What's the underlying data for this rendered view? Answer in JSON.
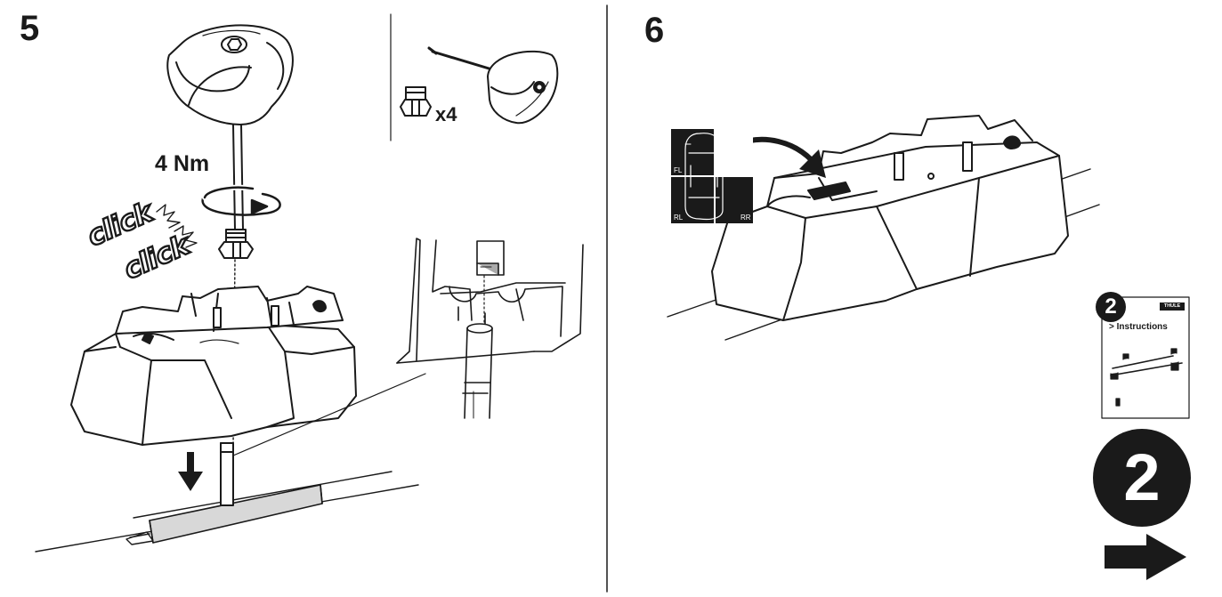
{
  "step5": {
    "number": "5",
    "torque": "4 Nm",
    "clicks": [
      "click",
      "click"
    ],
    "quantity": "x4"
  },
  "step6": {
    "number": "6",
    "positions": [
      "FL",
      "RL",
      "RR"
    ]
  },
  "booklet": {
    "step": "2",
    "title": "> Instructions",
    "brand": "THULE"
  },
  "next": {
    "step": "2",
    "arrow_icon": "right-arrow-icon"
  },
  "colors": {
    "ink": "#1a1a1a",
    "strip": "#d8d8d8",
    "background": "#ffffff"
  }
}
